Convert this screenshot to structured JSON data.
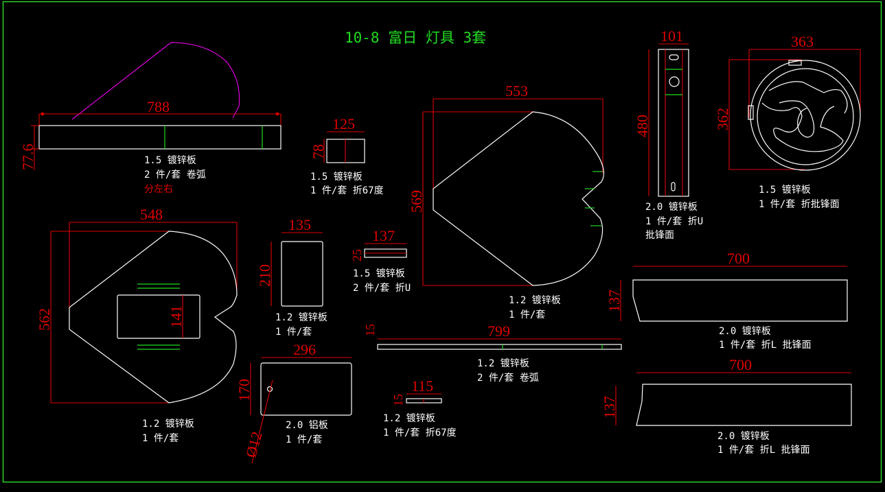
{
  "title": "10-8 富日 灯具 3套",
  "colors": {
    "background": "#000000",
    "frame": "#2ee02e",
    "part_outline": "#ffffff",
    "bend_line": "#22dd22",
    "dimension": "#e00000",
    "arc_curve": "#e000e0",
    "title": "#22dd22"
  },
  "parts": [
    {
      "id": "strip-788",
      "dims": {
        "width": "788",
        "height": "77.6"
      },
      "notes": [
        "1.5 镀锌板",
        "2 件/套 卷弧"
      ],
      "warning": "分左右"
    },
    {
      "id": "plate-125",
      "dims": {
        "width": "125",
        "height": "78"
      },
      "notes": [
        "1.5 镀锌板",
        "1 件/套 折67度"
      ]
    },
    {
      "id": "heart-553",
      "dims": {
        "width": "553",
        "height": "569"
      },
      "notes": [
        "1.2 镀锌板",
        "1 件/套"
      ]
    },
    {
      "id": "channel-101",
      "dims": {
        "width": "101",
        "height": "480"
      },
      "notes": [
        "2.0 镀锌板",
        "1 件/套 折U",
        "批锋面"
      ]
    },
    {
      "id": "logo-363",
      "dims": {
        "width": "363",
        "height": "362"
      },
      "notes": [
        "1.5 镀锌板",
        "1 件/套 折批锋面"
      ]
    },
    {
      "id": "heart-548",
      "dims": {
        "width": "548",
        "height": "562",
        "cutout": "141"
      },
      "notes": [
        "1.2 镀锌板",
        "1 件/套"
      ]
    },
    {
      "id": "plate-135",
      "dims": {
        "width": "135",
        "height": "210"
      },
      "notes": [
        "1.2 镀锌板",
        "1 件/套"
      ]
    },
    {
      "id": "strip-137",
      "dims": {
        "width": "137",
        "height": "25"
      },
      "notes": [
        "1.5 镀锌板",
        "2 件/套 折U"
      ]
    },
    {
      "id": "strip-799",
      "dims": {
        "width": "799",
        "height": "15"
      },
      "notes": [
        "1.2 镀锌板",
        "2 件/套 卷弧"
      ]
    },
    {
      "id": "plate-296",
      "dims": {
        "width": "296",
        "height": "170",
        "hole": "Ø12"
      },
      "notes": [
        "2.0 铝板",
        "1 件/套"
      ]
    },
    {
      "id": "strip-115",
      "dims": {
        "width": "115",
        "height": "15"
      },
      "notes": [
        "1.2 镀锌板",
        "1 件/套 折67度"
      ]
    },
    {
      "id": "panel-700-a",
      "dims": {
        "width": "700",
        "height": "137"
      },
      "notes": [
        "2.0 镀锌板",
        "1 件/套 折L 批锋面"
      ]
    },
    {
      "id": "panel-700-b",
      "dims": {
        "width": "700",
        "height": "137"
      },
      "notes": [
        "2.0 镀锌板",
        "1 件/套 折L 批锋面"
      ]
    }
  ]
}
